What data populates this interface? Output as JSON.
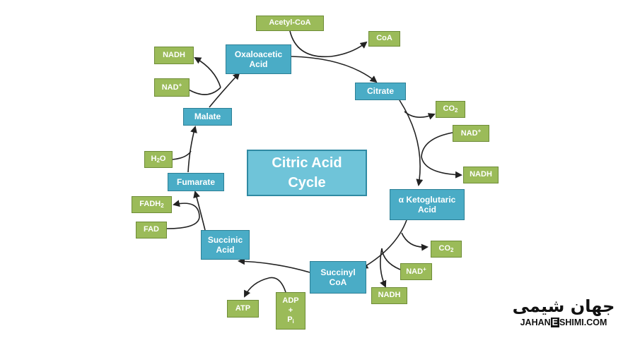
{
  "title": [
    "Citric Acid",
    "Cycle"
  ],
  "intermediates": {
    "oxaloacetic": [
      "Oxaloacetic",
      "Acid"
    ],
    "citrate": "Citrate",
    "ketoglutaric": [
      "α Ketoglutaric",
      "Acid"
    ],
    "succinyl": [
      "Succinyl",
      "CoA"
    ],
    "succinic": [
      "Succinic",
      "Acid"
    ],
    "fumarate": "Fumarate",
    "malate": "Malate"
  },
  "cofactors": {
    "acetyl_coa": "Acetyl-CoA",
    "coa": "CoA",
    "co2_main": "CO",
    "co2_sub": "2",
    "nad_main": "NAD",
    "nad_sup": "+",
    "nadh": "NADH",
    "h2o_pre": "H",
    "h2o_sub": "2",
    "h2o_post": "O",
    "fadh_main": "FADH",
    "fadh_sub": "2",
    "fad": "FAD",
    "atp": "ATP",
    "adp_lines": [
      "ADP",
      "+"
    ],
    "pi_main": "P",
    "pi_sub": "i"
  },
  "logo": {
    "persian": "جهان شیمی",
    "en_prefix": "JAHAN",
    "en_mark": "E",
    "en_suffix": "SHIMI.COM"
  },
  "colors": {
    "intermediate_fill": "#4aacc6",
    "cofactor_fill": "#9bbb59",
    "title_fill": "#6fc4d9",
    "arrow": "#222222"
  }
}
